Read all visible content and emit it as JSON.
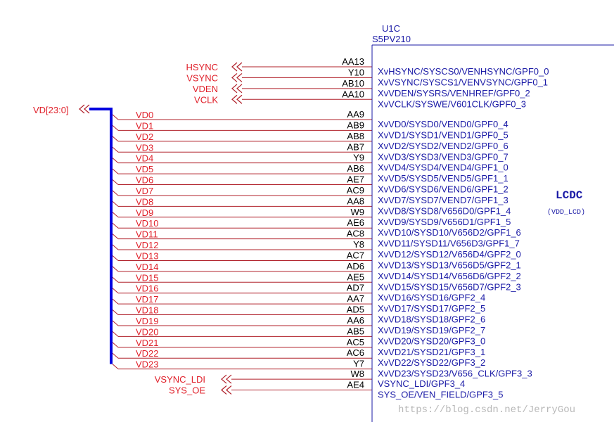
{
  "component": {
    "ref": "U1C",
    "part": "S5PV210",
    "block": "LCDC",
    "block_rail": "(VDD_LCD)"
  },
  "bus": {
    "label": "VD[23:0]"
  },
  "sync_nets": [
    {
      "net": "HSYNC",
      "pin": "AA13",
      "func": "XvHSYNC/SYSCS0/VENHSYNC/GPF0_0"
    },
    {
      "net": "VSYNC",
      "pin": "Y10",
      "func": "XvVSYNC/SYSCS1/VENVSYNC/GPF0_1"
    },
    {
      "net": "VDEN",
      "pin": "AB10",
      "func": "XvVDEN/SYSRS/VENHREF/GPF0_2"
    },
    {
      "net": "VCLK",
      "pin": "AA10",
      "func": "XvVCLK/SYSWE/V601CLK/GPF0_3"
    }
  ],
  "data_nets": [
    {
      "net": "VD0",
      "pin": "AA9",
      "func": "XvVD0/SYSD0/VEND0/GPF0_4"
    },
    {
      "net": "VD1",
      "pin": "AB9",
      "func": "XvVD1/SYSD1/VEND1/GPF0_5"
    },
    {
      "net": "VD2",
      "pin": "AB8",
      "func": "XvVD2/SYSD2/VEND2/GPF0_6"
    },
    {
      "net": "VD3",
      "pin": "AB7",
      "func": "XvVD3/SYSD3/VEND3/GPF0_7"
    },
    {
      "net": "VD4",
      "pin": "Y9",
      "func": "XvVD4/SYSD4/VEND4/GPF1_0"
    },
    {
      "net": "VD5",
      "pin": "AB6",
      "func": "XvVD5/SYSD5/VEND5/GPF1_1"
    },
    {
      "net": "VD6",
      "pin": "AE7",
      "func": "XvVD6/SYSD6/VEND6/GPF1_2"
    },
    {
      "net": "VD7",
      "pin": "AC9",
      "func": "XvVD7/SYSD7/VEND7/GPF1_3"
    },
    {
      "net": "VD8",
      "pin": "AA8",
      "func": "XvVD8/SYSD8/V656D0/GPF1_4"
    },
    {
      "net": "VD9",
      "pin": "W9",
      "func": "XvVD9/SYSD9/V656D1/GPF1_5"
    },
    {
      "net": "VD10",
      "pin": "AE6",
      "func": "XvVD10/SYSD10/V656D2/GPF1_6"
    },
    {
      "net": "VD11",
      "pin": "AC8",
      "func": "XvVD11/SYSD11/V656D3/GPF1_7"
    },
    {
      "net": "VD12",
      "pin": "Y8",
      "func": "XvVD12/SYSD12/V656D4/GPF2_0"
    },
    {
      "net": "VD13",
      "pin": "AC7",
      "func": "XvVD13/SYSD13/V656D5/GPF2_1"
    },
    {
      "net": "VD14",
      "pin": "AD6",
      "func": "XvVD14/SYSD14/V656D6/GPF2_2"
    },
    {
      "net": "VD15",
      "pin": "AE5",
      "func": "XvVD15/SYSD15/V656D7/GPF2_3"
    },
    {
      "net": "VD16",
      "pin": "AD7",
      "func": "XvVD16/SYSD16/GPF2_4"
    },
    {
      "net": "VD17",
      "pin": "AA7",
      "func": "XvVD17/SYSD17/GPF2_5"
    },
    {
      "net": "VD18",
      "pin": "AD5",
      "func": "XvVD18/SYSD18/GPF2_6"
    },
    {
      "net": "VD19",
      "pin": "AA6",
      "func": "XvVD19/SYSD19/GPF2_7"
    },
    {
      "net": "VD20",
      "pin": "AB5",
      "func": "XvVD20/SYSD20/GPF3_0"
    },
    {
      "net": "VD21",
      "pin": "AC5",
      "func": "XvVD21/SYSD21/GPF3_1"
    },
    {
      "net": "VD22",
      "pin": "AC6",
      "func": "XvVD22/SYSD22/GPF3_2"
    },
    {
      "net": "VD23",
      "pin": "Y7",
      "func": "XvVD23/SYSD23/V656_CLK/GPF3_3"
    }
  ],
  "misc_nets": [
    {
      "net": "VSYNC_LDI",
      "pin": "W8",
      "func": "VSYNC_LDI/GPF3_4"
    },
    {
      "net": "SYS_OE",
      "pin": "AE4",
      "func": "SYS_OE/VEN_FIELD/GPF3_5"
    }
  ],
  "watermark": "https://blog.csdn.net/JerryGou",
  "colors": {
    "wire": "#b0202a",
    "bus": "#0000e0",
    "net_label": "#e0202a",
    "pin_func": "#1a1aa6",
    "box": "#1a1aa6"
  }
}
